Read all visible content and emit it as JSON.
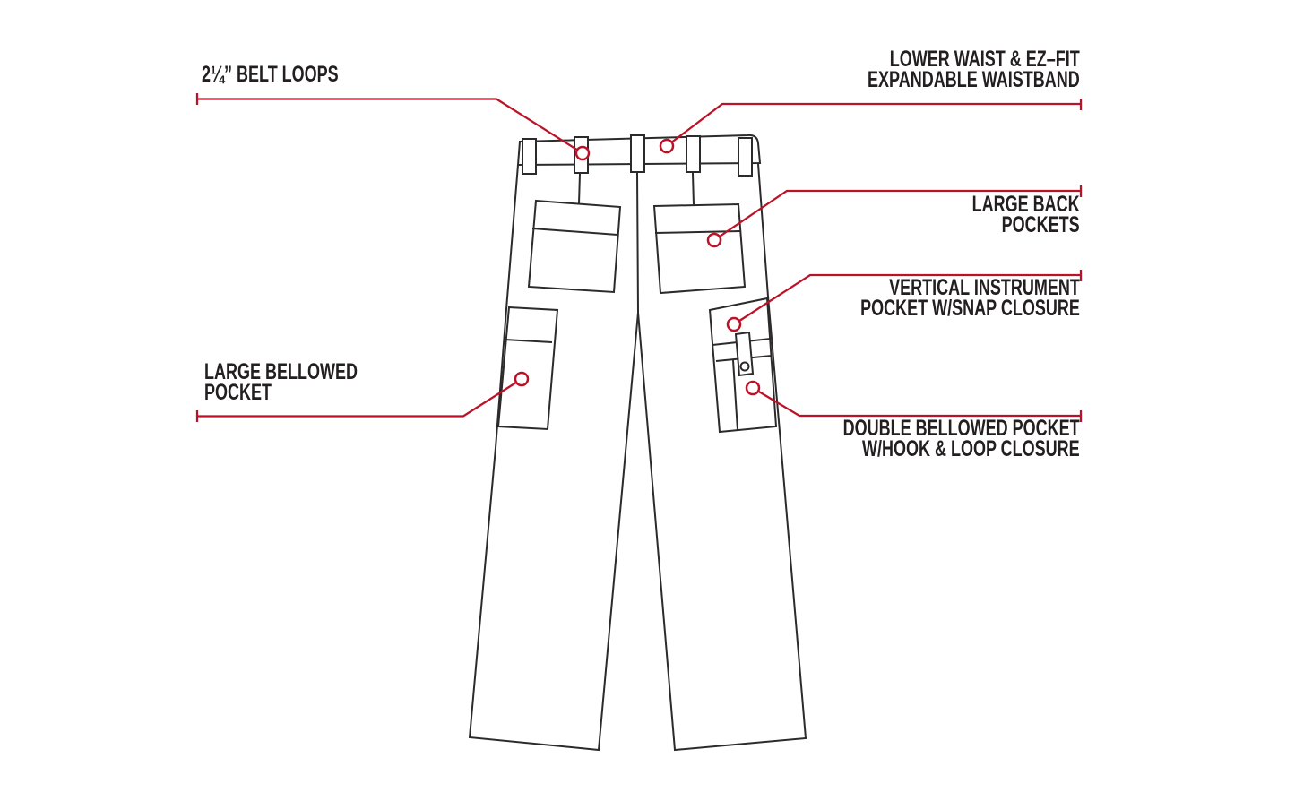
{
  "colors": {
    "accent": "#bc1228",
    "outline": "#2d2a2c",
    "text": "#231f20",
    "background": "#ffffff"
  },
  "labels": {
    "belt_loops": {
      "text": "2¼” BELT LOOPS"
    },
    "waistband": {
      "line1": "LOWER WAIST & EZ–FIT",
      "line2": "EXPANDABLE WAISTBAND"
    },
    "back_pockets": {
      "line1": "LARGE BACK",
      "line2": "POCKETS"
    },
    "instrument_pocket": {
      "line1": "VERTICAL INSTRUMENT",
      "line2": "POCKET W/SNAP CLOSURE"
    },
    "large_bellowed_pocket": {
      "line1": "LARGE BELLOWED",
      "line2": "POCKET"
    },
    "double_bellowed_pocket": {
      "line1": "DOUBLE BELLOWED POCKET",
      "line2": "W/HOOK & LOOP CLOSURE"
    }
  }
}
